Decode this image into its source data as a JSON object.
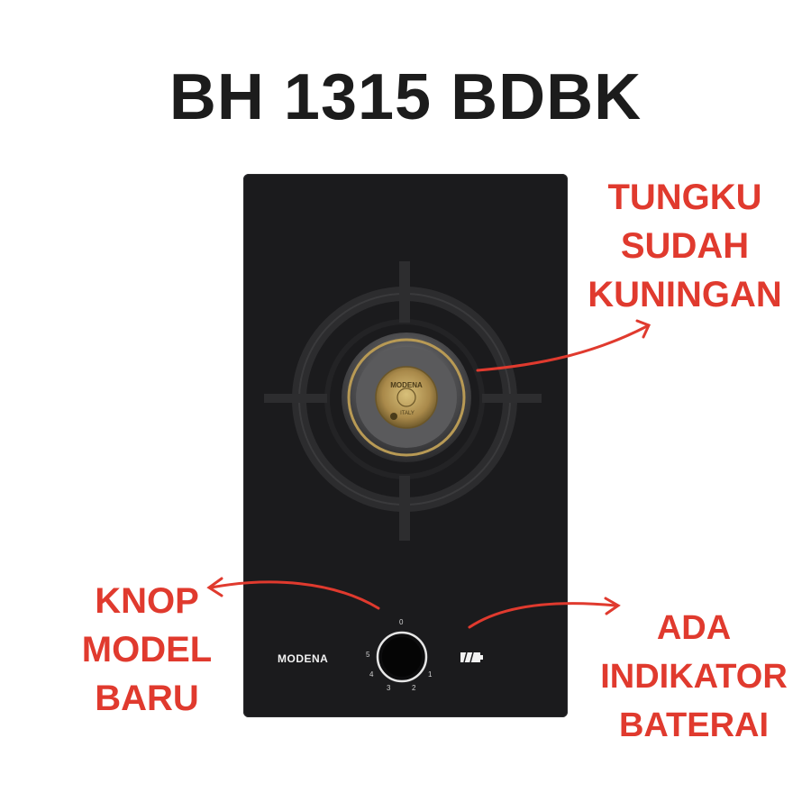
{
  "title": "BH 1315 BDBK",
  "callouts": {
    "burner": [
      "TUNGKU",
      "SUDAH",
      "KUNINGAN"
    ],
    "knob": [
      "KNOP",
      "MODEL",
      "BARU"
    ],
    "battery": [
      "ADA",
      "INDIKATOR",
      "BATERAI"
    ]
  },
  "cooktop": {
    "brand": "MODENA",
    "burner_cap_text": "MODENA",
    "burner_cap_sub": "ITALY",
    "knob_scale": [
      "0",
      "1",
      "2",
      "3",
      "4",
      "5"
    ]
  },
  "colors": {
    "annotation": "#e03a2e",
    "glass": "#1b1b1d",
    "brass": "#b89a55",
    "title": "#1c1c1c"
  }
}
